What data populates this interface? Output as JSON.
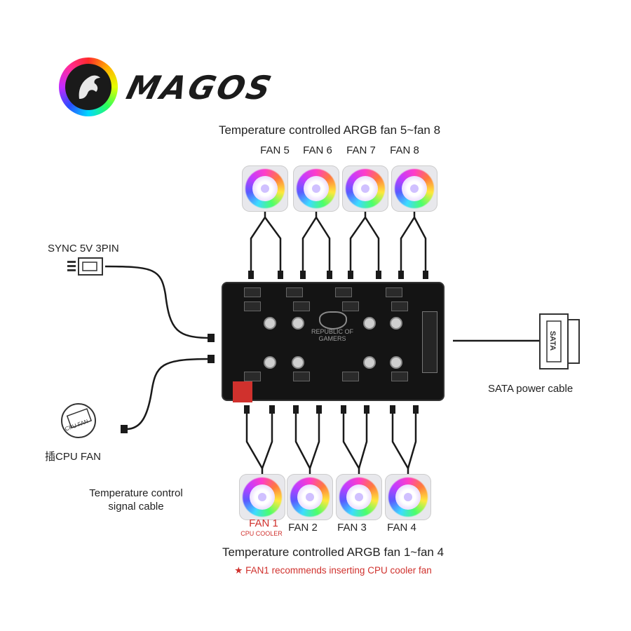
{
  "brand": {
    "name": "MAGOS"
  },
  "top_group": {
    "title": "Temperature controlled ARGB fan 5~fan 8",
    "fans": [
      "FAN 5",
      "FAN 6",
      "FAN 7",
      "FAN 8"
    ]
  },
  "bottom_group": {
    "title": "Temperature controlled ARGB fan 1~fan 4",
    "fans": [
      "FAN 1",
      "FAN 2",
      "FAN 3",
      "FAN 4"
    ],
    "fan1_sub": "CPU COOLER",
    "note": "★  FAN1 recommends inserting CPU cooler fan"
  },
  "connectors": {
    "sync": "SYNC 5V 3PIN",
    "cpu_fan": "插CPU FAN",
    "cpu_fan_icon_text": "CPU FAN",
    "temp_signal_line1": "Temperature control",
    "temp_signal_line2": "signal cable",
    "sata": "SATA power cable",
    "sata_plug_text": "SATA"
  },
  "board": {
    "line1": "REPUBLIC OF",
    "line2": "GAMERS"
  },
  "colors": {
    "accent_red": "#d0312d",
    "board": "#141414",
    "text": "#222222"
  }
}
